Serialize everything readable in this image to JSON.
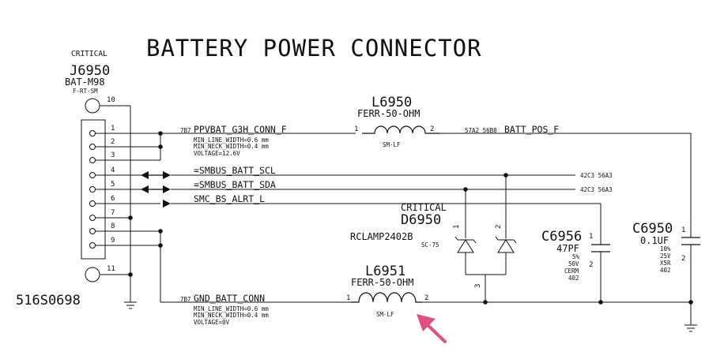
{
  "title": "BATTERY POWER CONNECTOR",
  "connector": {
    "critical": "CRITICAL",
    "refdes": "J6950",
    "part": "BAT-M98",
    "footprint": "F-RT-SM",
    "pins": [
      "1",
      "2",
      "3",
      "4",
      "5",
      "6",
      "7",
      "8",
      "9"
    ],
    "pin_top": "10",
    "pin_bottom": "11"
  },
  "part_number": "516S0698",
  "nets": {
    "ppvbat": "PPVBAT_G3H_CONN_F",
    "ppvbat_ref": "7B7",
    "ppvbat_min_line": "MIN_LINE_WIDTH=0.6 mm",
    "ppvbat_min_neck": "MIN_NECK_WIDTH=0.4 mm",
    "ppvbat_voltage": "VOLTAGE=12.6V",
    "scl": "=SMBUS_BATT_SCL",
    "scl_ref": "42C3 56A3",
    "sda": "=SMBUS_BATT_SDA",
    "sda_ref": "42C3 56A3",
    "alrt": "SMC_BS_ALRT_L",
    "gnd": "GND_BATT_CONN",
    "gnd_ref": "7B7",
    "gnd_min_line": "MIN_LINE_WIDTH=0.6 mm",
    "gnd_min_neck": "MIN_NECK_WIDTH=0.4 mm",
    "gnd_voltage": "VOLTAGE=0V",
    "batt_pos": "BATT_POS_F",
    "batt_pos_ref": "57A2 56B8"
  },
  "l6950": {
    "refdes": "L6950",
    "value": "FERR-50-OHM",
    "package": "SM-LF",
    "pin1": "1",
    "pin2": "2"
  },
  "l6951": {
    "refdes": "L6951",
    "value": "FERR-50-OHM",
    "package": "SM-LF",
    "pin1": "1",
    "pin2": "2"
  },
  "d6950": {
    "critical": "CRITICAL",
    "refdes": "D6950",
    "part": "RCLAMP2402B",
    "package": "SC-75",
    "pin1": "1",
    "pin2": "2",
    "pin3": "3"
  },
  "c6956": {
    "refdes": "C6956",
    "value": "47PF",
    "tol": "5%",
    "volt": "50V",
    "dielectric": "CERM",
    "size": "402",
    "pin1": "1",
    "pin2": "2"
  },
  "c6950": {
    "refdes": "C6950",
    "value": "0.1UF",
    "tol": "10%",
    "volt": "25V",
    "dielectric": "X5R",
    "size": "402",
    "pin1": "1",
    "pin2": "2"
  },
  "colors": {
    "annotation_arrow": "#e0507a",
    "ink": "#111111"
  }
}
